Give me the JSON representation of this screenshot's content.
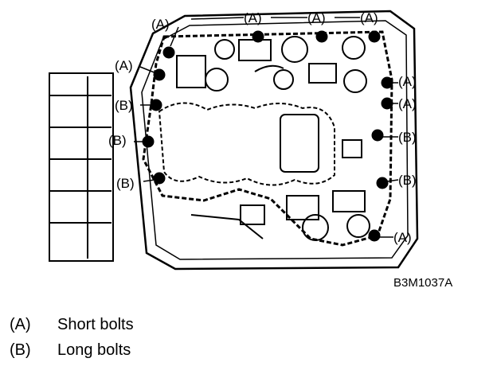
{
  "figure": {
    "id": "B3M1037A"
  },
  "callouts": {
    "short": "(A)",
    "long": "(B)"
  },
  "legend": [
    {
      "key": "(A)",
      "text": "Short bolts"
    },
    {
      "key": "(B)",
      "text": "Long bolts"
    }
  ]
}
